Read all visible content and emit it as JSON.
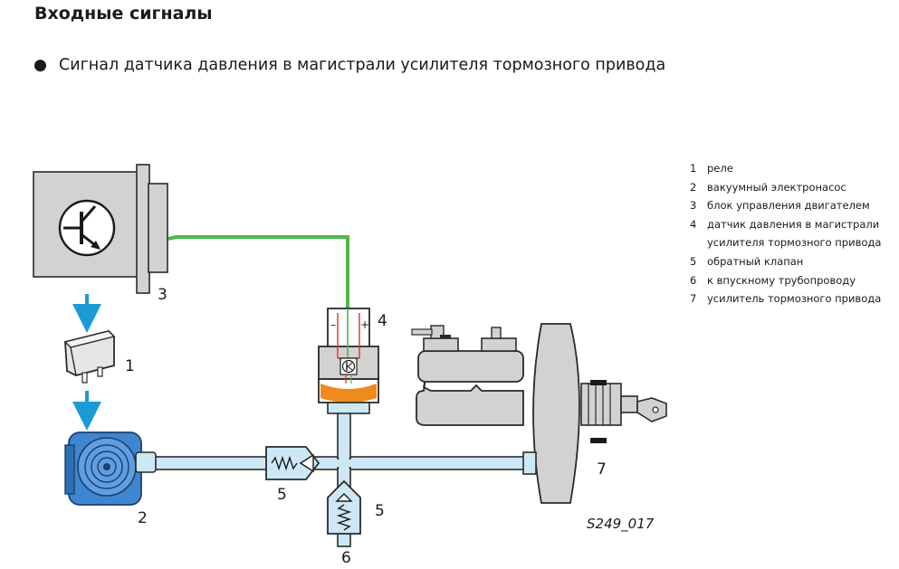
{
  "heading": "Входные сигналы",
  "subheading": "Сигнал датчика давления в магистрали усилителя тормозного привода",
  "legend": [
    {
      "num": "1",
      "text": "реле"
    },
    {
      "num": "2",
      "text": "вакуумный электронасос"
    },
    {
      "num": "3",
      "text": "блок управления двигателем"
    },
    {
      "num": "4",
      "text": "датчик давления в магистрали"
    },
    {
      "num": "",
      "text": "усилителя тормозного привода"
    },
    {
      "num": "5",
      "text": "обратный клапан"
    },
    {
      "num": "6",
      "text": "к впускному трубопроводу"
    },
    {
      "num": "7",
      "text": "усилитель тормозного привода"
    }
  ],
  "callouts": {
    "c1": "1",
    "c2": "2",
    "c3": "3",
    "c4": "4",
    "c5a": "5",
    "c5b": "5",
    "c6": "6",
    "c7": "7"
  },
  "sensor_signs": {
    "minus": "–",
    "plus": "+"
  },
  "figure_code": "S249_017",
  "colors": {
    "signal_wire": "#4fb848",
    "vacuum_line": "#cce8f4",
    "arrow": "#1b9ad6",
    "pump": "#3f86d0",
    "sensor_orange": "#ee8a1e",
    "unit_gray": "#d2d2d2"
  }
}
